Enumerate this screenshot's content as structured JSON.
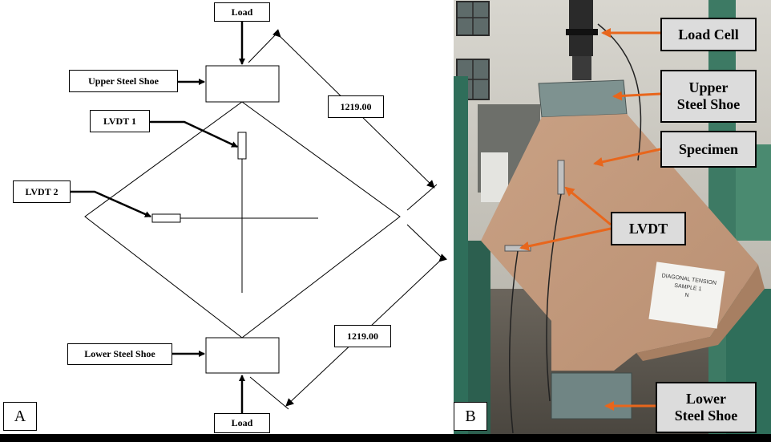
{
  "panel_a": {
    "letter": "A",
    "labels": {
      "load_top": "Load",
      "upper_steel_shoe": "Upper Steel Shoe",
      "lvdt1": "LVDT 1",
      "lvdt2": "LVDT 2",
      "lower_steel_shoe": "Lower Steel Shoe",
      "load_bottom": "Load"
    },
    "dimensions": {
      "upper": "1219.00",
      "lower": "1219.00"
    }
  },
  "panel_b": {
    "letter": "B",
    "callouts": {
      "load_cell": "Load Cell",
      "upper_steel_shoe_line1": "Upper",
      "upper_steel_shoe_line2": "Steel Shoe",
      "specimen": "Specimen",
      "lvdt": "LVDT",
      "lower_steel_shoe_line1": "Lower",
      "lower_steel_shoe_line2": "Steel Shoe"
    },
    "sample_card": {
      "line1": "DIAGONAL TENSION",
      "line2": "SAMPLE 1",
      "line3": "N"
    },
    "colors": {
      "arrow": "#e8661c",
      "callout_bg": "#dcdcdc"
    }
  }
}
